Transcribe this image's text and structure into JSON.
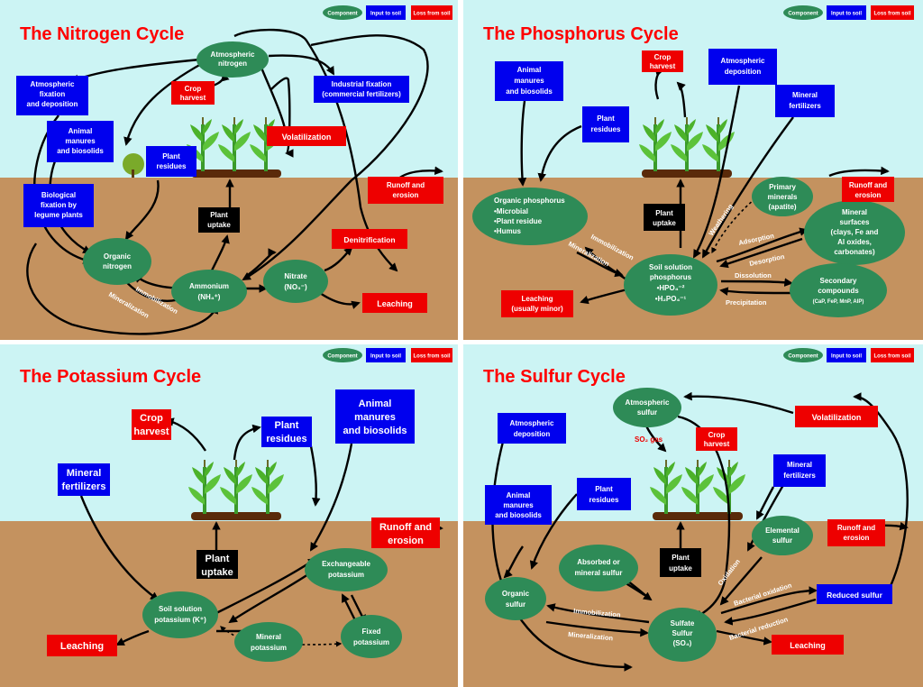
{
  "legend": {
    "component": "Component",
    "input": "Input to soil",
    "loss": "Loss from soil"
  },
  "colors": {
    "sky": "#ccf4f4",
    "soil": "#c4925f",
    "component": "#2e8b57",
    "input": "#0000ee",
    "loss": "#ee0000",
    "title": "#ff0000"
  },
  "nitrogen": {
    "title": "The Nitrogen Cycle",
    "atmospheric_nitrogen": [
      "Atmospheric",
      "nitrogen"
    ],
    "atm_fixation": [
      "Atmospheric",
      "fixation",
      "and deposition"
    ],
    "industrial_fixation": [
      "Industrial fixation",
      "(commercial fertilizers)"
    ],
    "crop_harvest": [
      "Crop",
      "harvest"
    ],
    "animal_manures": [
      "Animal",
      "manures",
      "and biosolids"
    ],
    "plant_residues": [
      "Plant",
      "residues"
    ],
    "volatilization": "Volatilization",
    "biological_fixation": [
      "Biological",
      "fixation by",
      "legume plants"
    ],
    "runoff": [
      "Runoff and",
      "erosion"
    ],
    "plant_uptake": [
      "Plant",
      "uptake"
    ],
    "organic_nitrogen": [
      "Organic",
      "nitrogen"
    ],
    "denitrification": "Denitrification",
    "ammonium": [
      "Ammonium",
      "(NH₄⁺)"
    ],
    "nitrate": [
      "Nitrate",
      "(NO₃⁻)"
    ],
    "leaching": "Leaching",
    "immobilization": "Immobilization",
    "mineralization": "Mineralization"
  },
  "phosphorus": {
    "title": "The Phosphorus Cycle",
    "animal_manures": [
      "Animal",
      "manures",
      "and biosolids"
    ],
    "crop_harvest": [
      "Crop",
      "harvest"
    ],
    "atm_deposition": [
      "Atmospheric",
      "deposition"
    ],
    "mineral_fertilizers": [
      "Mineral",
      "fertilizers"
    ],
    "plant_residues": [
      "Plant",
      "residues"
    ],
    "runoff": [
      "Runoff and",
      "erosion"
    ],
    "organic_p": [
      "Organic phosphorus",
      "•Microbial",
      "•Plant residue",
      "•Humus"
    ],
    "plant_uptake": [
      "Plant",
      "uptake"
    ],
    "primary_minerals": [
      "Primary",
      "minerals",
      "(apatite)"
    ],
    "mineral_surfaces": [
      "Mineral",
      "surfaces",
      "(clays, Fe and",
      "Al oxides,",
      "carbonates)"
    ],
    "weathering": "Weathering",
    "adsorption": "Adsorption",
    "desorption": "Desorption",
    "immobilization": "Immobilization",
    "mineralization": "Mineralization",
    "soil_solution": [
      "Soil solution",
      "phosphorus",
      "•HPO₄⁻²",
      "•H₂PO₄⁻¹"
    ],
    "dissolution": "Dissolution",
    "precipitation": "Precipitation",
    "leaching": [
      "Leaching",
      "(usually minor)"
    ],
    "secondary": [
      "Secondary",
      "compounds",
      "(CaP, FeP, MnP, AlP)"
    ]
  },
  "potassium": {
    "title": "The Potassium Cycle",
    "crop_harvest": [
      "Crop",
      "harvest"
    ],
    "plant_residues": [
      "Plant",
      "residues"
    ],
    "animal_manures": [
      "Animal",
      "manures",
      "and biosolids"
    ],
    "mineral_fertilizers": [
      "Mineral",
      "fertilizers"
    ],
    "runoff": [
      "Runoff and",
      "erosion"
    ],
    "plant_uptake": [
      "Plant",
      "uptake"
    ],
    "exchangeable": [
      "Exchangeable",
      "potassium"
    ],
    "soil_solution": [
      "Soil solution",
      "potassium (K⁺)"
    ],
    "leaching": "Leaching",
    "mineral_k": [
      "Mineral",
      "potassium"
    ],
    "fixed_k": [
      "Fixed",
      "potassium"
    ]
  },
  "sulfur": {
    "title": "The Sulfur Cycle",
    "atmospheric_sulfur": [
      "Atmospheric",
      "sulfur"
    ],
    "volatilization": "Volatilization",
    "atm_deposition": [
      "Atmospheric",
      "deposition"
    ],
    "so2_gas": "SO₂ gas",
    "crop_harvest": [
      "Crop",
      "harvest"
    ],
    "mineral_fertilizers": [
      "Mineral",
      "fertilizers"
    ],
    "animal_manures": [
      "Animal",
      "manures",
      "and biosolids"
    ],
    "plant_residues": [
      "Plant",
      "residues"
    ],
    "elemental": [
      "Elemental",
      "sulfur"
    ],
    "runoff": [
      "Runoff and",
      "erosion"
    ],
    "absorbed": [
      "Absorbed or",
      "mineral sulfur"
    ],
    "plant_uptake": [
      "Plant",
      "uptake"
    ],
    "organic_sulfur": [
      "Organic",
      "sulfur"
    ],
    "oxidation": "Oxidation",
    "bacterial_oxidation": "Bacterial oxidation",
    "reduced_sulfur": "Reduced sulfur",
    "immobilization": "Immobilization",
    "mineralization": "Mineralization",
    "sulfate": [
      "Sulfate",
      "Sulfur",
      "(SO₄)"
    ],
    "bacterial_reduction": "Bacterial reduction",
    "leaching": "Leaching"
  }
}
